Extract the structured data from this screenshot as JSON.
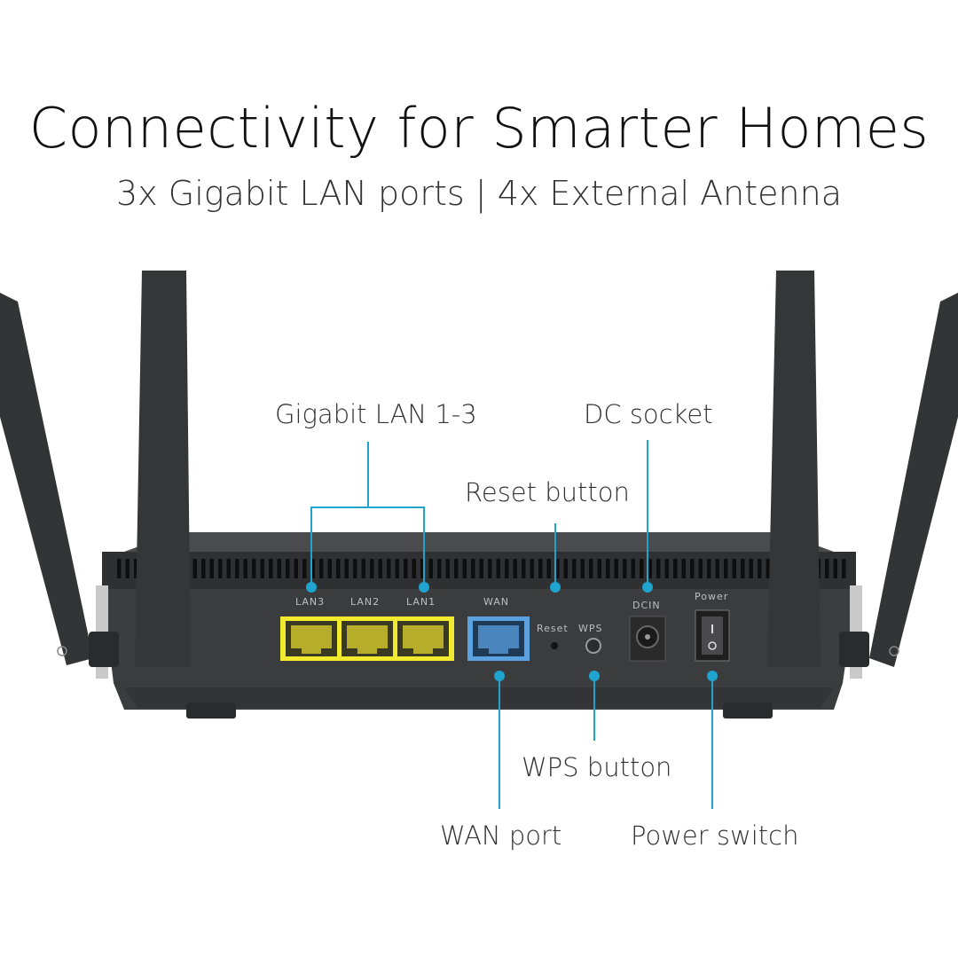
{
  "headline": "Connectivity for Smarter Homes",
  "subheadline": "3x Gigabit LAN ports | 4x External Antenna",
  "callouts": {
    "lan": "Gigabit LAN 1-3",
    "dc": "DC socket",
    "reset": "Reset button",
    "wps": "WPS button",
    "wan": "WAN port",
    "power": "Power switch"
  },
  "panel_labels": {
    "lan3": "LAN3",
    "lan2": "LAN2",
    "lan1": "LAN1",
    "wan": "WAN",
    "reset": "Reset",
    "wps": "WPS",
    "dcin": "DCIN",
    "power": "Power"
  },
  "colors": {
    "lan_port": "#f2ea2e",
    "wan_port": "#5aa2e0",
    "callout_line": "#1fa3cf",
    "router_body": "#3a3b3d"
  }
}
